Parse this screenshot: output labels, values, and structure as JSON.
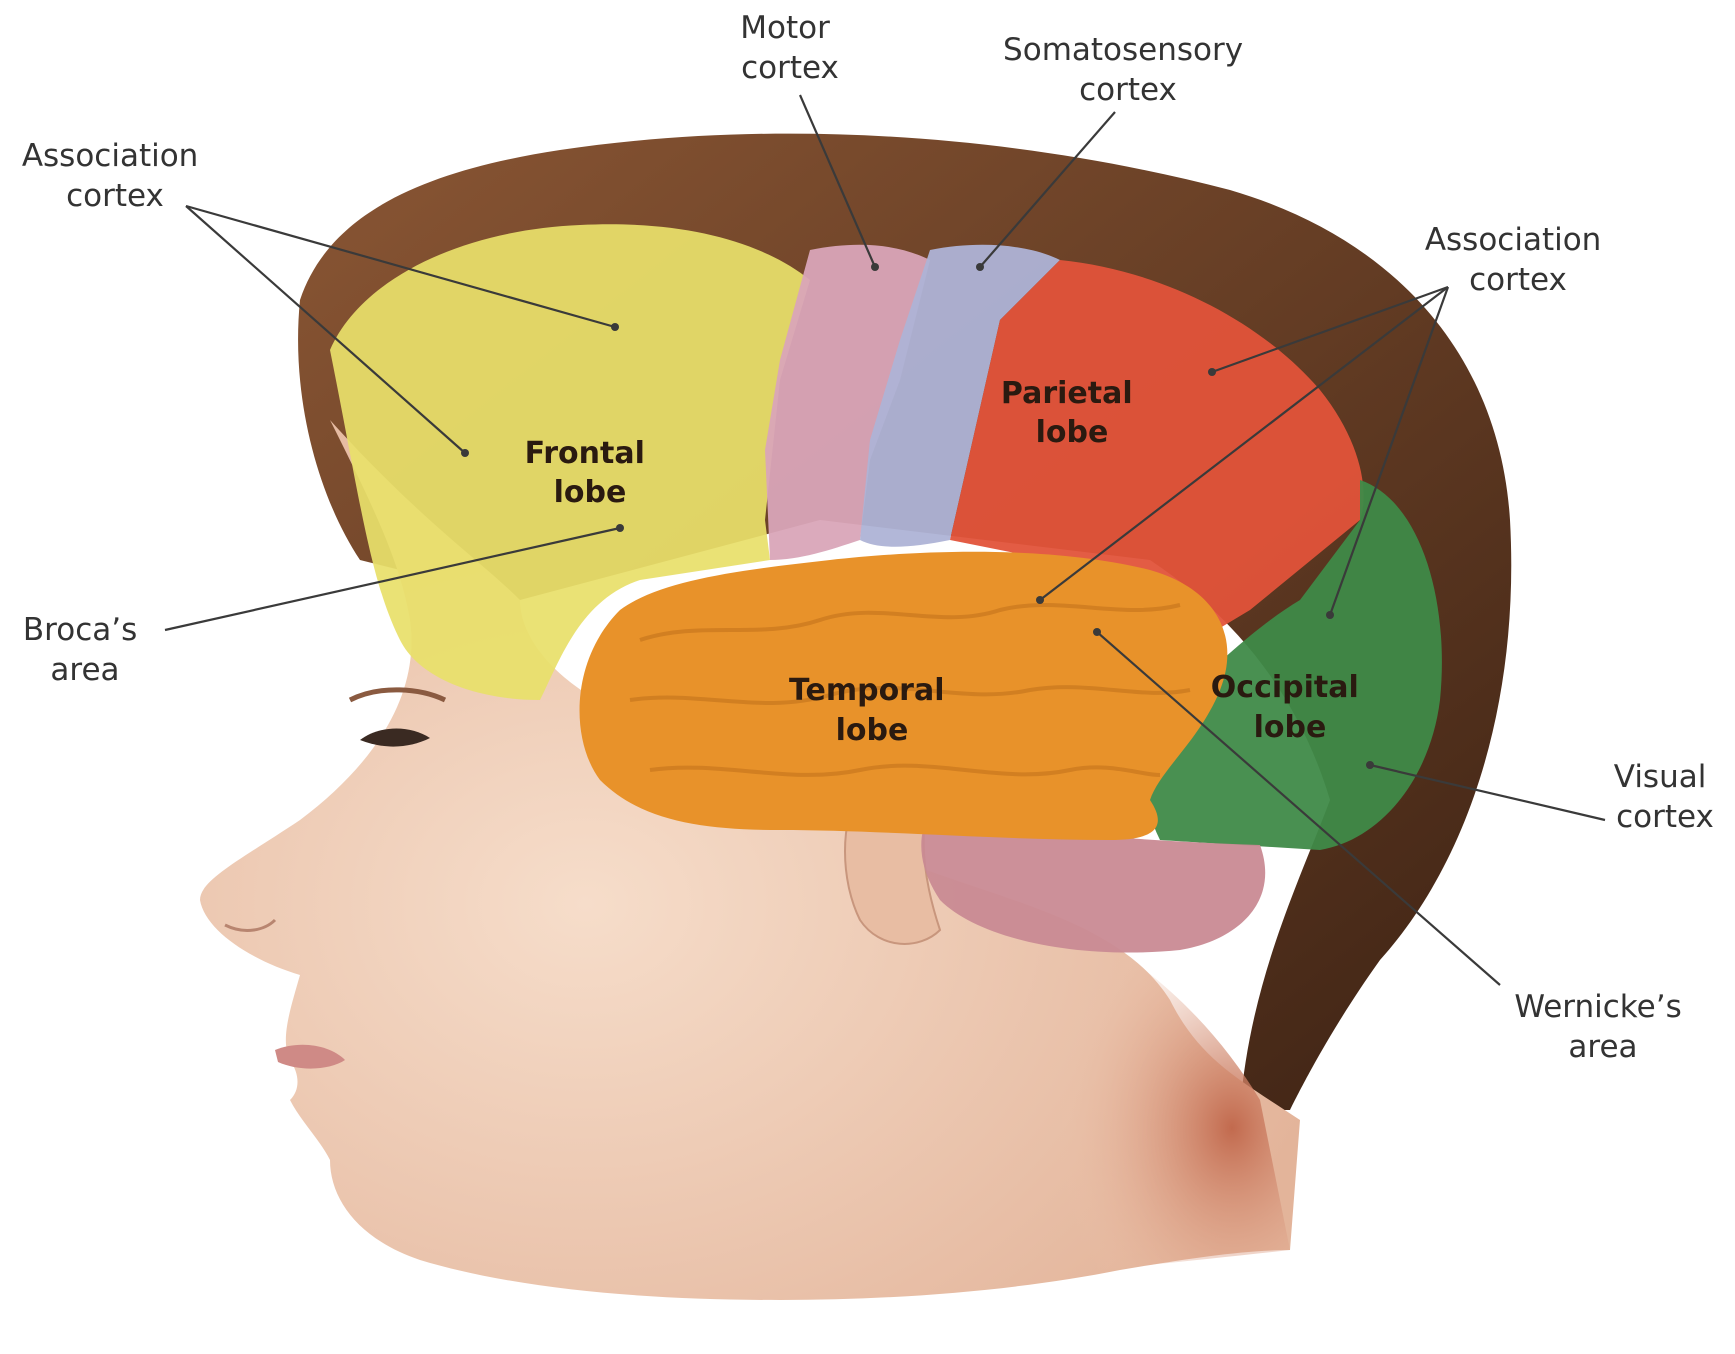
{
  "colors": {
    "frontal": "#e8e06a",
    "motor": "#d9a5b8",
    "somatosensory": "#aeb3d6",
    "parietal": "#e2533a",
    "temporal": "#e8922a",
    "occipital": "#3f8a48",
    "cerebellum": "#c98a93",
    "skin": "#f1d2bd",
    "hair": "#6b3e25"
  },
  "lobes": {
    "frontal": [
      "Frontal",
      "lobe"
    ],
    "parietal": [
      "Parietal",
      "lobe"
    ],
    "temporal": [
      "Temporal",
      "lobe"
    ],
    "occipital": [
      "Occipital",
      "lobe"
    ]
  },
  "callouts": {
    "association_left": [
      "Association",
      "cortex"
    ],
    "motor": [
      "Motor",
      "cortex"
    ],
    "somatosensory": [
      "Somatosensory",
      "cortex"
    ],
    "association_right": [
      "Association",
      "cortex"
    ],
    "broca": [
      "Broca’s",
      "area"
    ],
    "visual": [
      "Visual",
      "cortex"
    ],
    "wernicke": [
      "Wernicke’s",
      "area"
    ]
  }
}
